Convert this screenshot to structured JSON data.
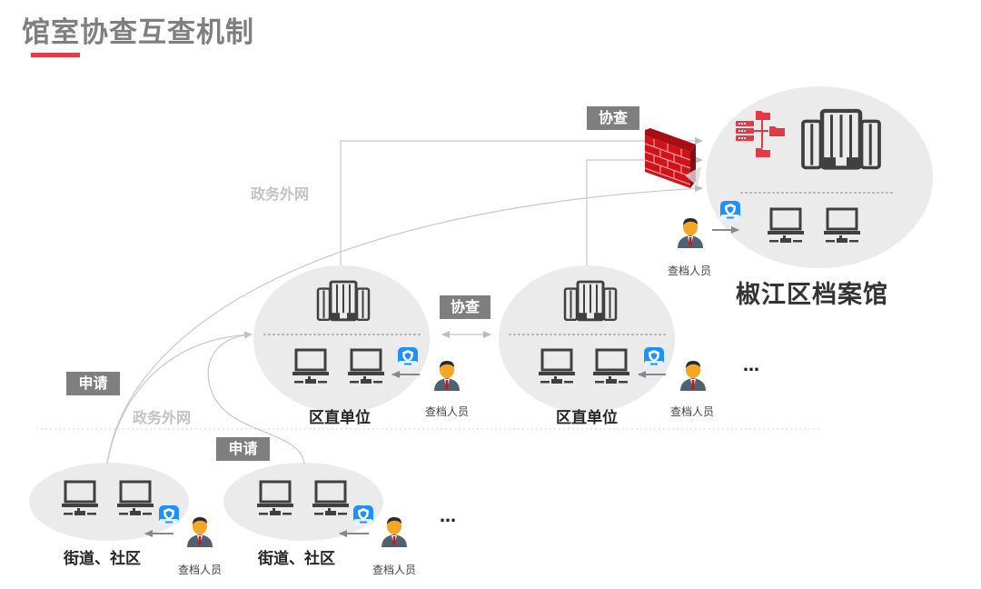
{
  "header": {
    "title": "馆室协查互查机制",
    "accent_color": "#e63946"
  },
  "colors": {
    "node_fill": "#ebebeb",
    "icon_dark": "#404040",
    "tag_bg": "#7f7f7f",
    "line": "#c8c8c8",
    "firewall": "#d0121b",
    "app_blue": "#1e90ff"
  },
  "archive": {
    "name": "椒江区档案馆",
    "icons": [
      "server-folder-network-icon",
      "building-icon",
      "laptop-icon",
      "laptop-icon"
    ],
    "person_label": "查档人员",
    "app_icon": "shield-app-icon"
  },
  "labels": {
    "xiecha_top": "协查",
    "xiecha_mid": "协查",
    "gov_network_top": "政务外网",
    "gov_network_bottom": "政务外网",
    "apply_left": "申请",
    "apply_mid": "申请",
    "ellipsis_mid": "…",
    "ellipsis_bottom": "…"
  },
  "district_units": [
    {
      "name": "区直单位",
      "person_label": "查档人员"
    },
    {
      "name": "区直单位",
      "person_label": "查档人员"
    }
  ],
  "street_units": [
    {
      "name": "街道、社区",
      "person_label": "查档人员"
    },
    {
      "name": "街道、社区",
      "person_label": "查档人员"
    }
  ],
  "firewall": {
    "icon": "firewall-icon"
  }
}
